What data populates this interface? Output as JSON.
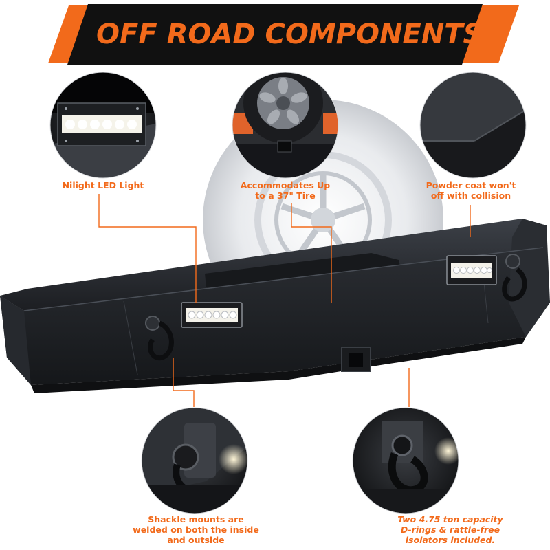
{
  "banner": {
    "title": "OFF ROAD COMPONENTS",
    "accent_color": "#f26a1b",
    "bar_color": "#111111"
  },
  "features": [
    {
      "label_lines": [
        "Nilight LED Light"
      ],
      "image": "led-light-closeup"
    },
    {
      "label_lines": [
        "Accommodates Up",
        "to a 37\" Tire"
      ],
      "image": "spare-tire-closeup"
    },
    {
      "label_lines": [
        "Powder coat won't",
        "off with collision"
      ],
      "image": "powder-coat-texture-closeup"
    },
    {
      "label_lines": [
        "Shackle mounts are",
        "welded on both the inside",
        "and outside"
      ],
      "image": "shackle-mount-closeup"
    },
    {
      "label_lines": [
        "Two 4.75 ton capacity",
        "D-rings & rattle-free",
        "isolators included."
      ],
      "image": "d-ring-closeup"
    }
  ],
  "product": {
    "image": "rear-bumper-with-led-lights-and-d-rings"
  }
}
